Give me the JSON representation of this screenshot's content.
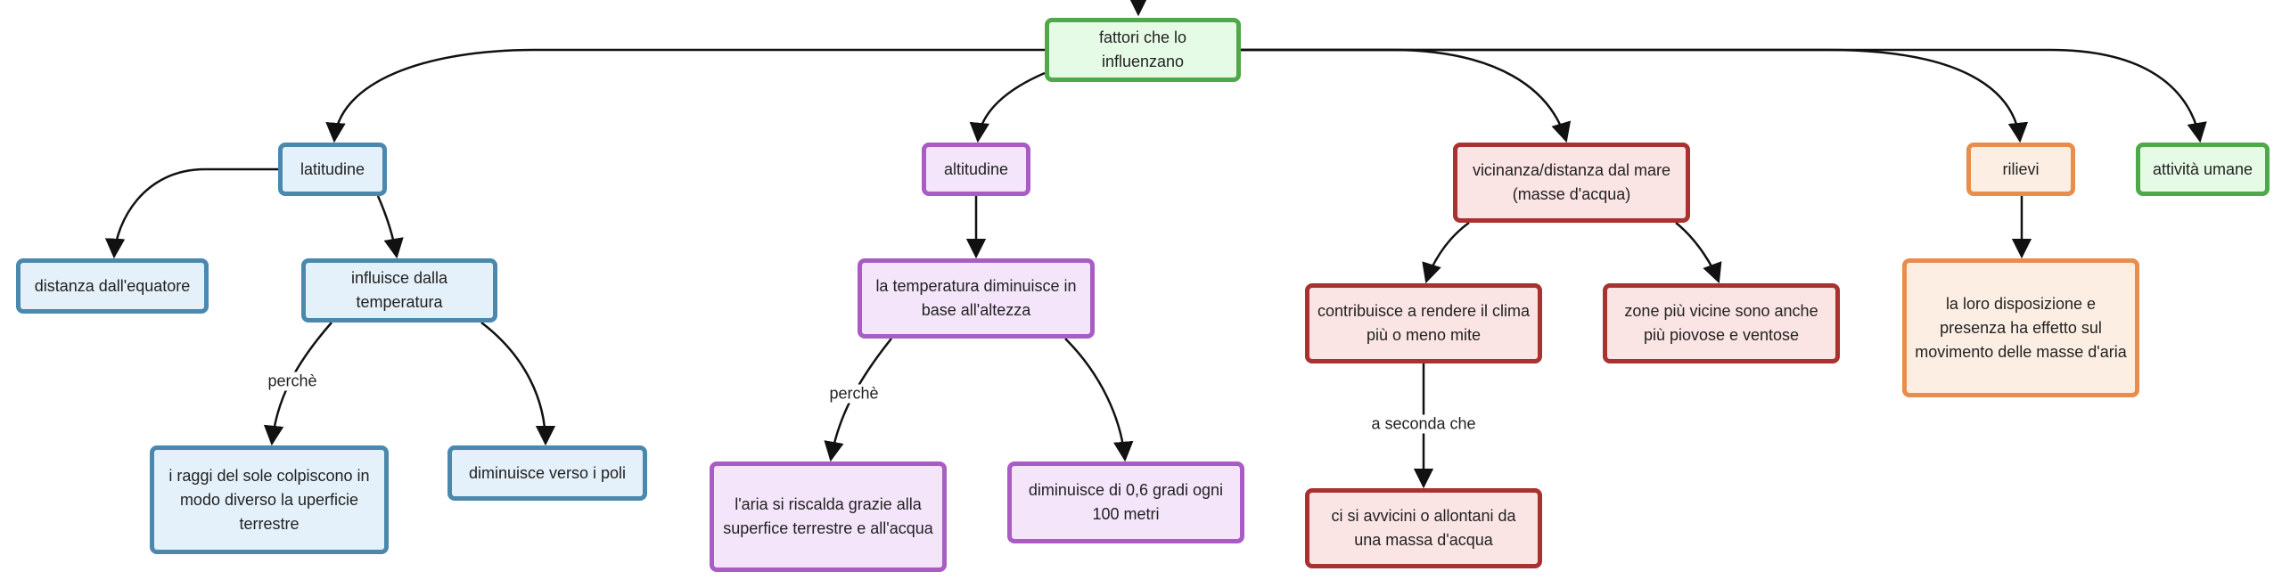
{
  "diagram": {
    "nodes": [
      {
        "id": "root",
        "text": "fattori che lo influenzano",
        "color": "green"
      },
      {
        "id": "latitudine",
        "text": "latitudine",
        "color": "blue"
      },
      {
        "id": "equatore",
        "text": "distanza dall'equatore",
        "color": "blue"
      },
      {
        "id": "influisce",
        "text": "influisce dalla temperatura",
        "color": "blue"
      },
      {
        "id": "raggi",
        "text": "i raggi del sole colpiscono in modo diverso la uperficie terrestre",
        "color": "blue"
      },
      {
        "id": "poli",
        "text": "diminuisce verso i poli",
        "color": "blue"
      },
      {
        "id": "altitudine",
        "text": "altitudine",
        "color": "purple"
      },
      {
        "id": "temp_alt",
        "text": "la temperatura diminuisce in base all'altezza",
        "color": "purple"
      },
      {
        "id": "aria",
        "text": "l'aria si riscalda grazie alla superfice terrestre e all'acqua",
        "color": "purple"
      },
      {
        "id": "gradi",
        "text": "diminuisce di 0,6 gradi ogni 100 metri",
        "color": "purple"
      },
      {
        "id": "mare",
        "text": "vicinanza/distanza dal mare (masse d'acqua)",
        "color": "red"
      },
      {
        "id": "mite",
        "text": "contribuisce a rendere il clima più o meno mite",
        "color": "red"
      },
      {
        "id": "piovose",
        "text": "zone più vicine sono anche più piovose e ventose",
        "color": "red"
      },
      {
        "id": "massa",
        "text": "ci si avvicini o allontani da una massa d'acqua",
        "color": "red"
      },
      {
        "id": "rilievi",
        "text": "rilievi",
        "color": "orange"
      },
      {
        "id": "disposizione",
        "text": "la loro disposizione e presenza ha effetto sul movimento delle masse d'aria",
        "color": "orange"
      },
      {
        "id": "umane",
        "text": "attività umane",
        "color": "green"
      }
    ],
    "edges": [
      {
        "from": "root",
        "to": "latitudine",
        "label": ""
      },
      {
        "from": "root",
        "to": "altitudine",
        "label": ""
      },
      {
        "from": "root",
        "to": "mare",
        "label": ""
      },
      {
        "from": "root",
        "to": "rilievi",
        "label": ""
      },
      {
        "from": "root",
        "to": "umane",
        "label": ""
      },
      {
        "from": "latitudine",
        "to": "equatore",
        "label": ""
      },
      {
        "from": "latitudine",
        "to": "influisce",
        "label": ""
      },
      {
        "from": "influisce",
        "to": "raggi",
        "label": "perchè"
      },
      {
        "from": "influisce",
        "to": "poli",
        "label": ""
      },
      {
        "from": "altitudine",
        "to": "temp_alt",
        "label": ""
      },
      {
        "from": "temp_alt",
        "to": "aria",
        "label": "perchè"
      },
      {
        "from": "temp_alt",
        "to": "gradi",
        "label": ""
      },
      {
        "from": "mare",
        "to": "mite",
        "label": ""
      },
      {
        "from": "mare",
        "to": "piovose",
        "label": ""
      },
      {
        "from": "mite",
        "to": "massa",
        "label": "a seconda che"
      },
      {
        "from": "rilievi",
        "to": "disposizione",
        "label": ""
      }
    ]
  }
}
